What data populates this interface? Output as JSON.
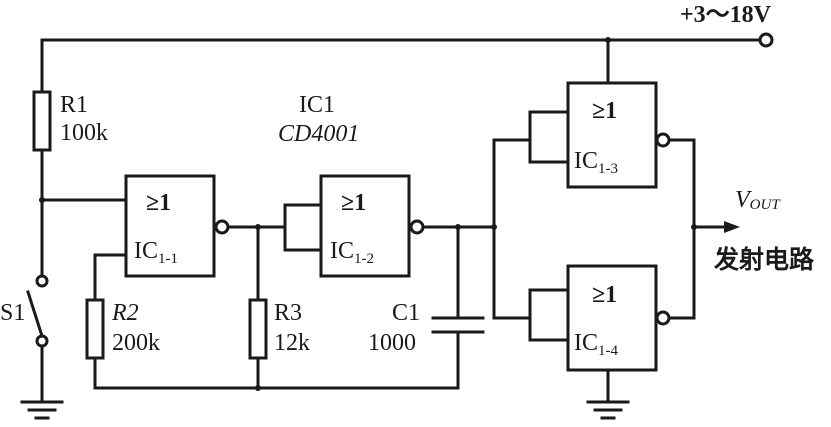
{
  "supply_label": "+3～18V",
  "ic_name": "IC1",
  "ic_part": "CD4001",
  "gate_symbol": "≥1",
  "gates": [
    {
      "prefix": "IC",
      "sub": "1-1"
    },
    {
      "prefix": "IC",
      "sub": "1-2"
    },
    {
      "prefix": "IC",
      "sub": "1-3"
    },
    {
      "prefix": "IC",
      "sub": "1-4"
    }
  ],
  "resistors": [
    {
      "ref": "R1",
      "value": "100k"
    },
    {
      "ref": "R2",
      "value": "200k"
    },
    {
      "ref": "R3",
      "value": "12k"
    }
  ],
  "capacitor": {
    "ref": "C1",
    "value": "1000"
  },
  "switch": {
    "ref": "S1"
  },
  "output": {
    "main": "V",
    "sub": "OUT",
    "caption": "发射电路"
  }
}
